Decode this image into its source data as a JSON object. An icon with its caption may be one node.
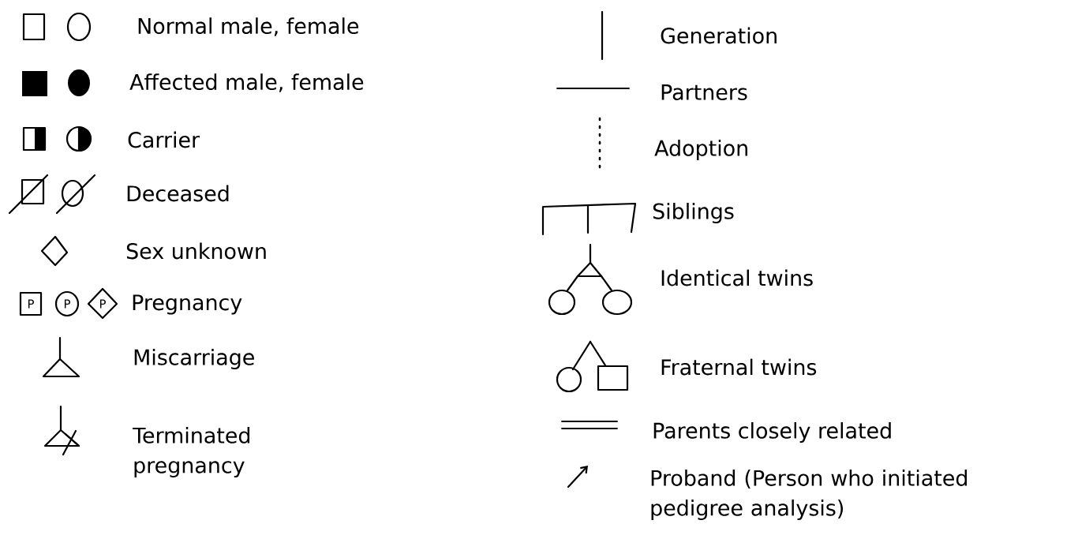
{
  "diagram": {
    "legend": [
      {
        "text": "Normal male, female"
      },
      {
        "text": "Affected male, female"
      },
      {
        "text": "Carrier"
      },
      {
        "text": "Deceased"
      },
      {
        "text": "Sex unknown"
      },
      {
        "text": "Pregnancy"
      },
      {
        "text": "Miscarriage"
      },
      {
        "text": "Terminated pregnancy"
      },
      {
        "text": "Generation"
      },
      {
        "text": "Partners"
      },
      {
        "text": "Adoption"
      },
      {
        "text": "Siblings"
      },
      {
        "text": "Identical twins"
      },
      {
        "text": "Fraternal twins"
      },
      {
        "text": "Parents closely related"
      },
      {
        "text": "Proband (Person who initiated pedigree analysis)"
      }
    ],
    "labels": [
      "P",
      "P",
      "P"
    ]
  }
}
